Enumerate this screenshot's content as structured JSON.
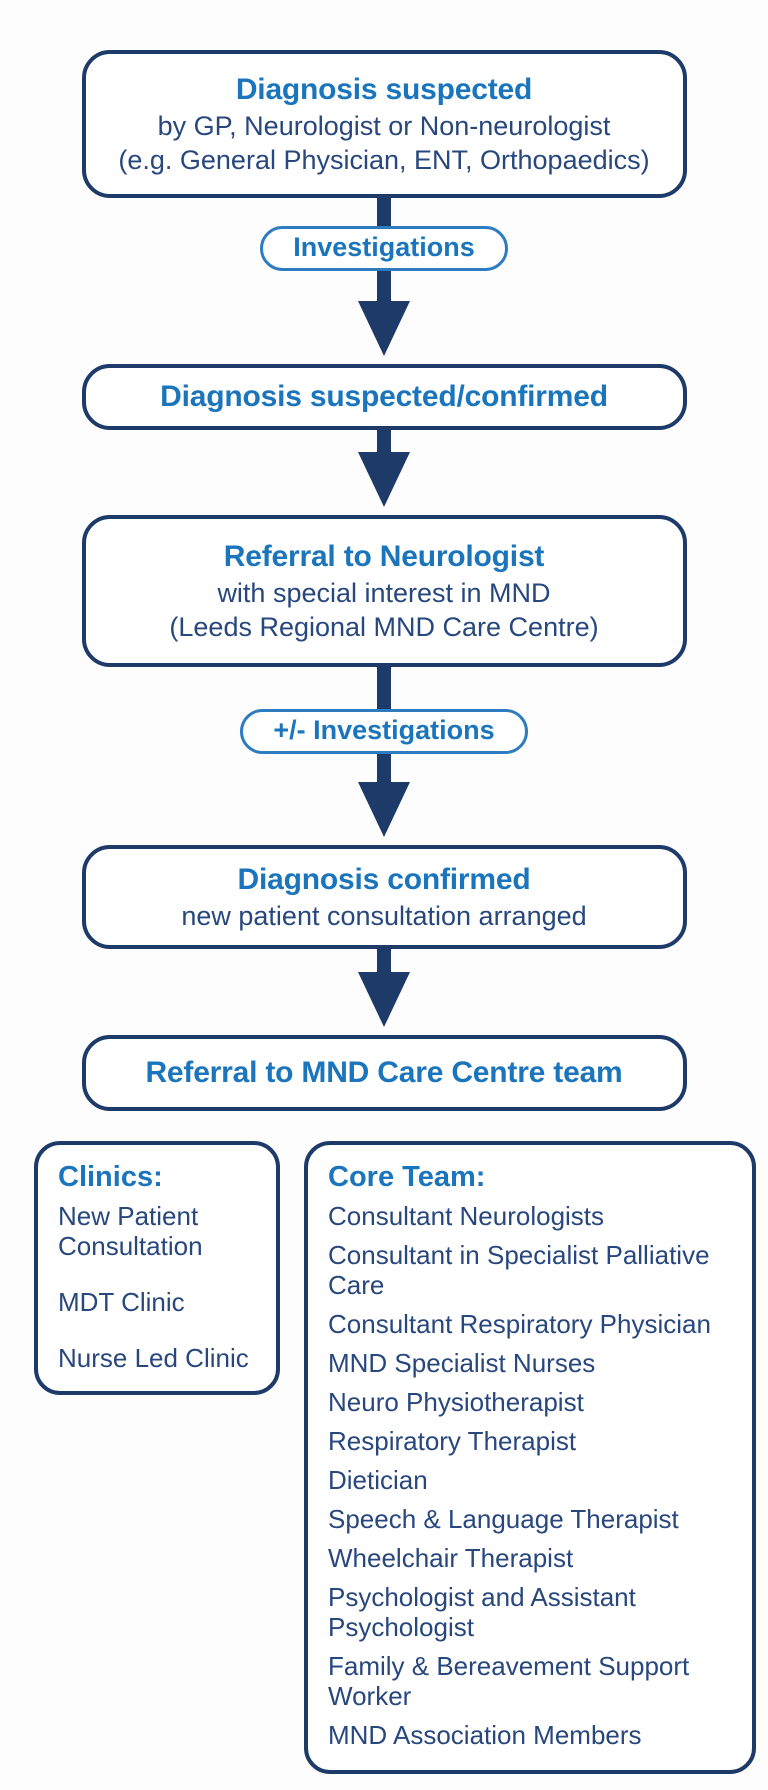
{
  "diagram": {
    "title_context": "MND diagnosis and referral pathway flowchart",
    "colors": {
      "box_border_navy": "#1d3a68",
      "heading_blue": "#1b75bc",
      "body_text_navy": "#27477d",
      "pill_border_blue": "#2d7cc0",
      "background": "#fdfdfe"
    },
    "nodes": {
      "diagnosis_suspected": {
        "title": "Diagnosis suspected",
        "line1": "by GP, Neurologist or Non-neurologist",
        "line2": "(e.g. General Physician, ENT, Orthopaedics)"
      },
      "investigations": {
        "label": "Investigations"
      },
      "diagnosis_suspected_confirmed": {
        "title": "Diagnosis suspected/confirmed"
      },
      "referral_neurologist": {
        "title": "Referral to Neurologist",
        "line1": "with special interest in MND",
        "line2": "(Leeds Regional MND Care Centre)"
      },
      "plus_minus_investigations": {
        "label": "+/- Investigations"
      },
      "diagnosis_confirmed": {
        "title": "Diagnosis confirmed",
        "line1": "new patient consultation arranged"
      },
      "referral_care_centre_team": {
        "title": "Referral to MND Care Centre team"
      },
      "clinics": {
        "heading": "Clinics:",
        "items": [
          "New Patient Consultation",
          "MDT Clinic",
          "Nurse Led Clinic"
        ]
      },
      "core_team": {
        "heading": "Core Team:",
        "items": [
          "Consultant Neurologists",
          "Consultant in Specialist Palliative Care",
          "Consultant Respiratory Physician",
          "MND Specialist Nurses",
          "Neuro Physiotherapist",
          "Respiratory Therapist",
          "Dietician",
          "Speech & Language Therapist",
          "Wheelchair Therapist",
          "Psychologist and Assistant Psychologist",
          "Family & Bereavement Support Worker",
          "MND Association Members"
        ]
      }
    }
  }
}
